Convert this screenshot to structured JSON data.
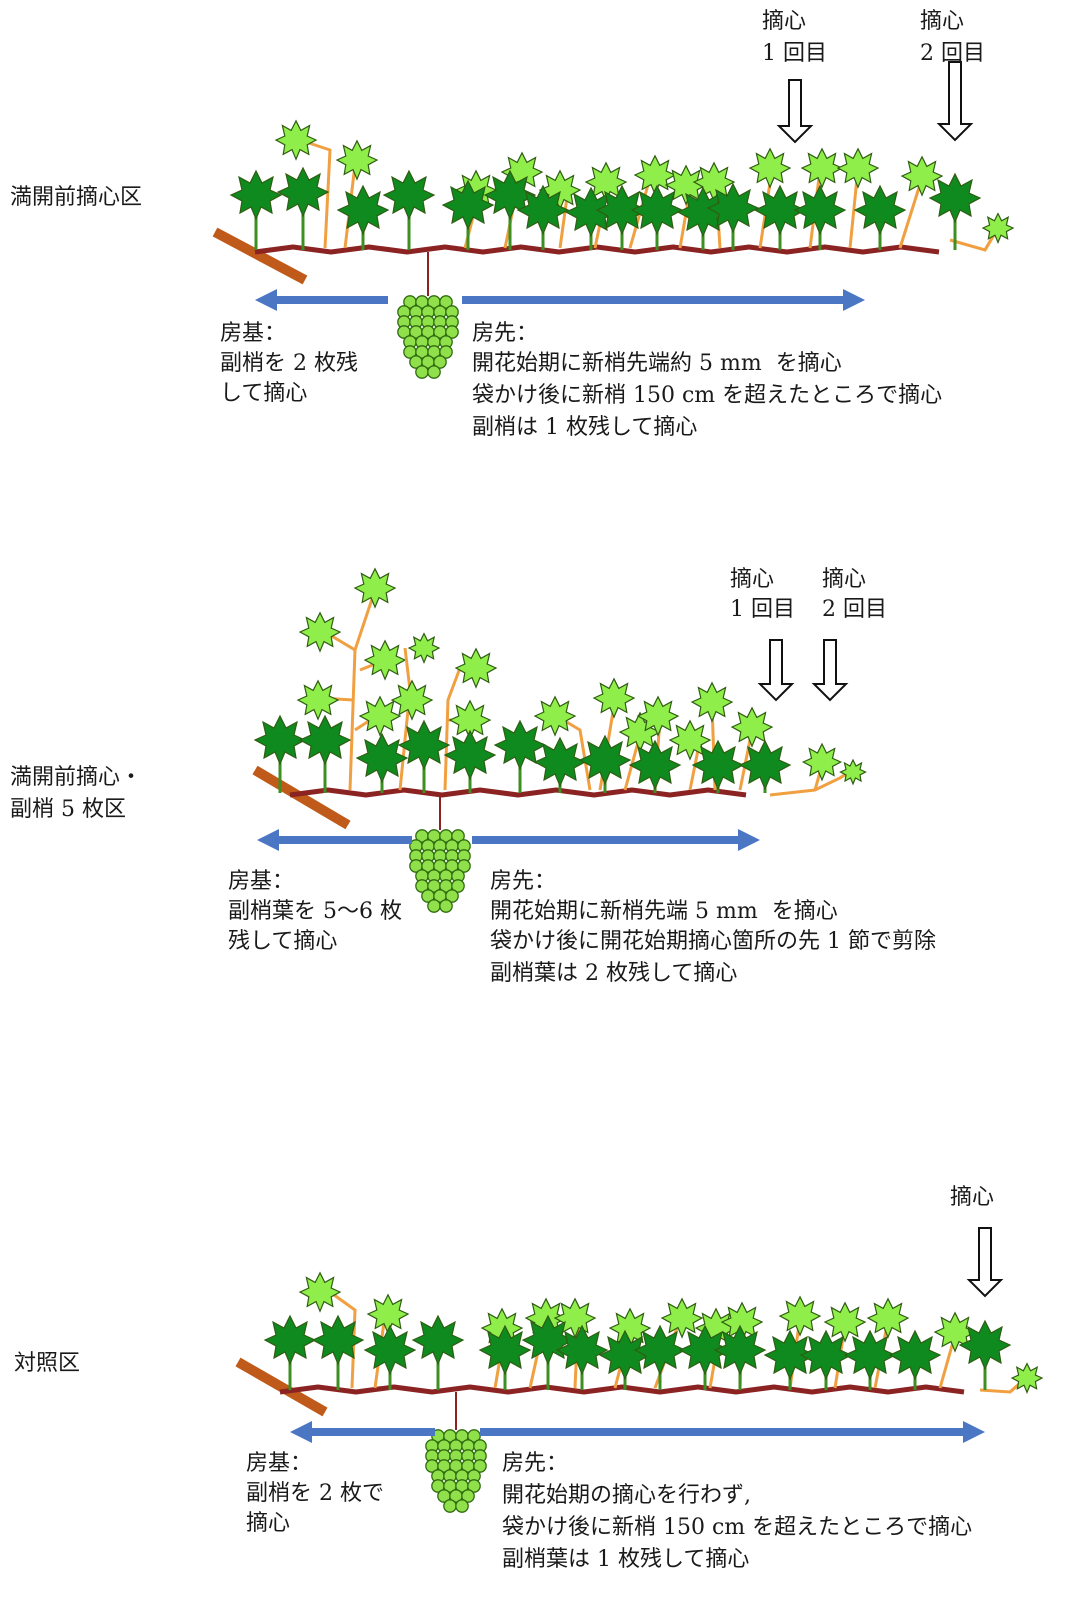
{
  "colors": {
    "dark_leaf": "#0f8a1f",
    "light_leaf": "#90ee4a",
    "vine": "#8b2323",
    "lateral": "#f0a040",
    "trunk": "#c05a1a",
    "arrow": "#4a76c4",
    "grape": "#8fe04a"
  },
  "panels": [
    {
      "label": "満開前摘心区",
      "pinch_marks": [
        {
          "line1": "摘心",
          "line2": "1 回目"
        },
        {
          "line1": "摘心",
          "line2": "2 回目"
        }
      ],
      "base_heading": "房基：",
      "base_lines": [
        "副梢を 2 枚残",
        "して摘心"
      ],
      "tip_heading": "房先：",
      "tip_lines": [
        "開花始期に新梢先端約 5 mm  を摘心",
        "袋かけ後に新梢 150 cm を超えたところで摘心",
        "副梢は 1 枚残して摘心"
      ]
    },
    {
      "label_lines": [
        "満開前摘心・",
        "副梢 5 枚区"
      ],
      "pinch_marks": [
        {
          "line1": "摘心",
          "line2": "1 回目"
        },
        {
          "line1": "摘心",
          "line2": "2 回目"
        }
      ],
      "base_heading": "房基：",
      "base_lines": [
        "副梢葉を 5〜6 枚",
        "残して摘心"
      ],
      "tip_heading": "房先：",
      "tip_lines": [
        "開花始期に新梢先端 5 mm  を摘心",
        "袋かけ後に開花始期摘心箇所の先 1 節で剪除",
        "副梢葉は 2 枚残して摘心"
      ]
    },
    {
      "label": "対照区",
      "pinch_marks": [
        {
          "line1": "摘心"
        }
      ],
      "base_heading": "房基：",
      "base_lines": [
        "副梢を 2 枚で",
        "摘心"
      ],
      "tip_heading": "房先：",
      "tip_lines": [
        "開花始期の摘心を行わず,",
        "袋かけ後に新梢 150 cm を超えたところで摘心",
        "副梢葉は 1 枚残して摘心"
      ]
    }
  ]
}
